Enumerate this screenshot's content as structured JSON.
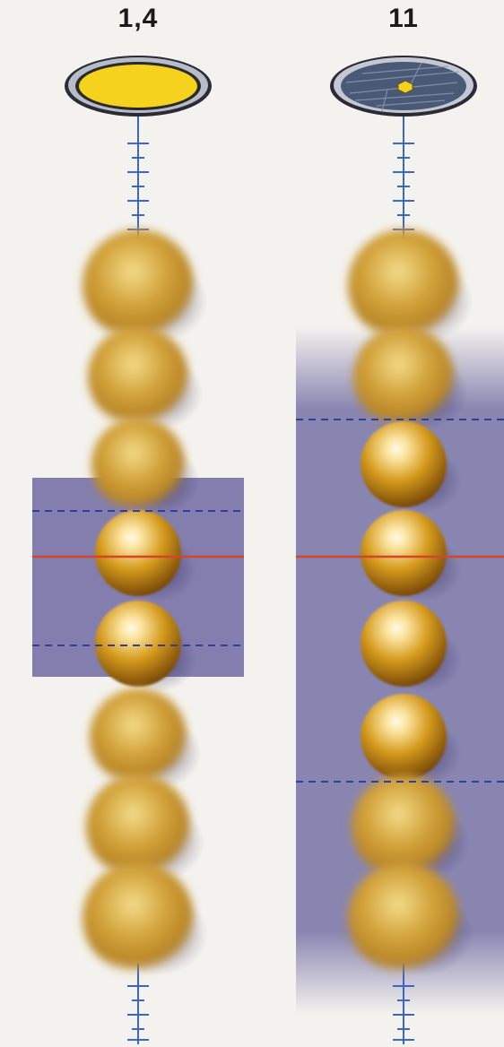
{
  "columns": [
    {
      "label": "1,4",
      "aperture": "open",
      "aperture_fill": "#f4d21e",
      "spheres_total": 8,
      "sharp_spheres": [
        4,
        5
      ]
    },
    {
      "label": "11",
      "aperture": "stopped-down",
      "aperture_fill": "#4a5a76",
      "spheres_total": 8,
      "sharp_spheres": [
        3,
        4,
        5,
        6
      ]
    }
  ],
  "colors": {
    "depth_of_field_band": "#6e6aa2",
    "focus_line": "#d8442a",
    "limit_line": "#2f3f9c",
    "axis": "#3a66c8",
    "sphere_light": "#fbe4a0",
    "sphere_mid": "#d49a1c",
    "sphere_dark": "#7a4a08"
  }
}
